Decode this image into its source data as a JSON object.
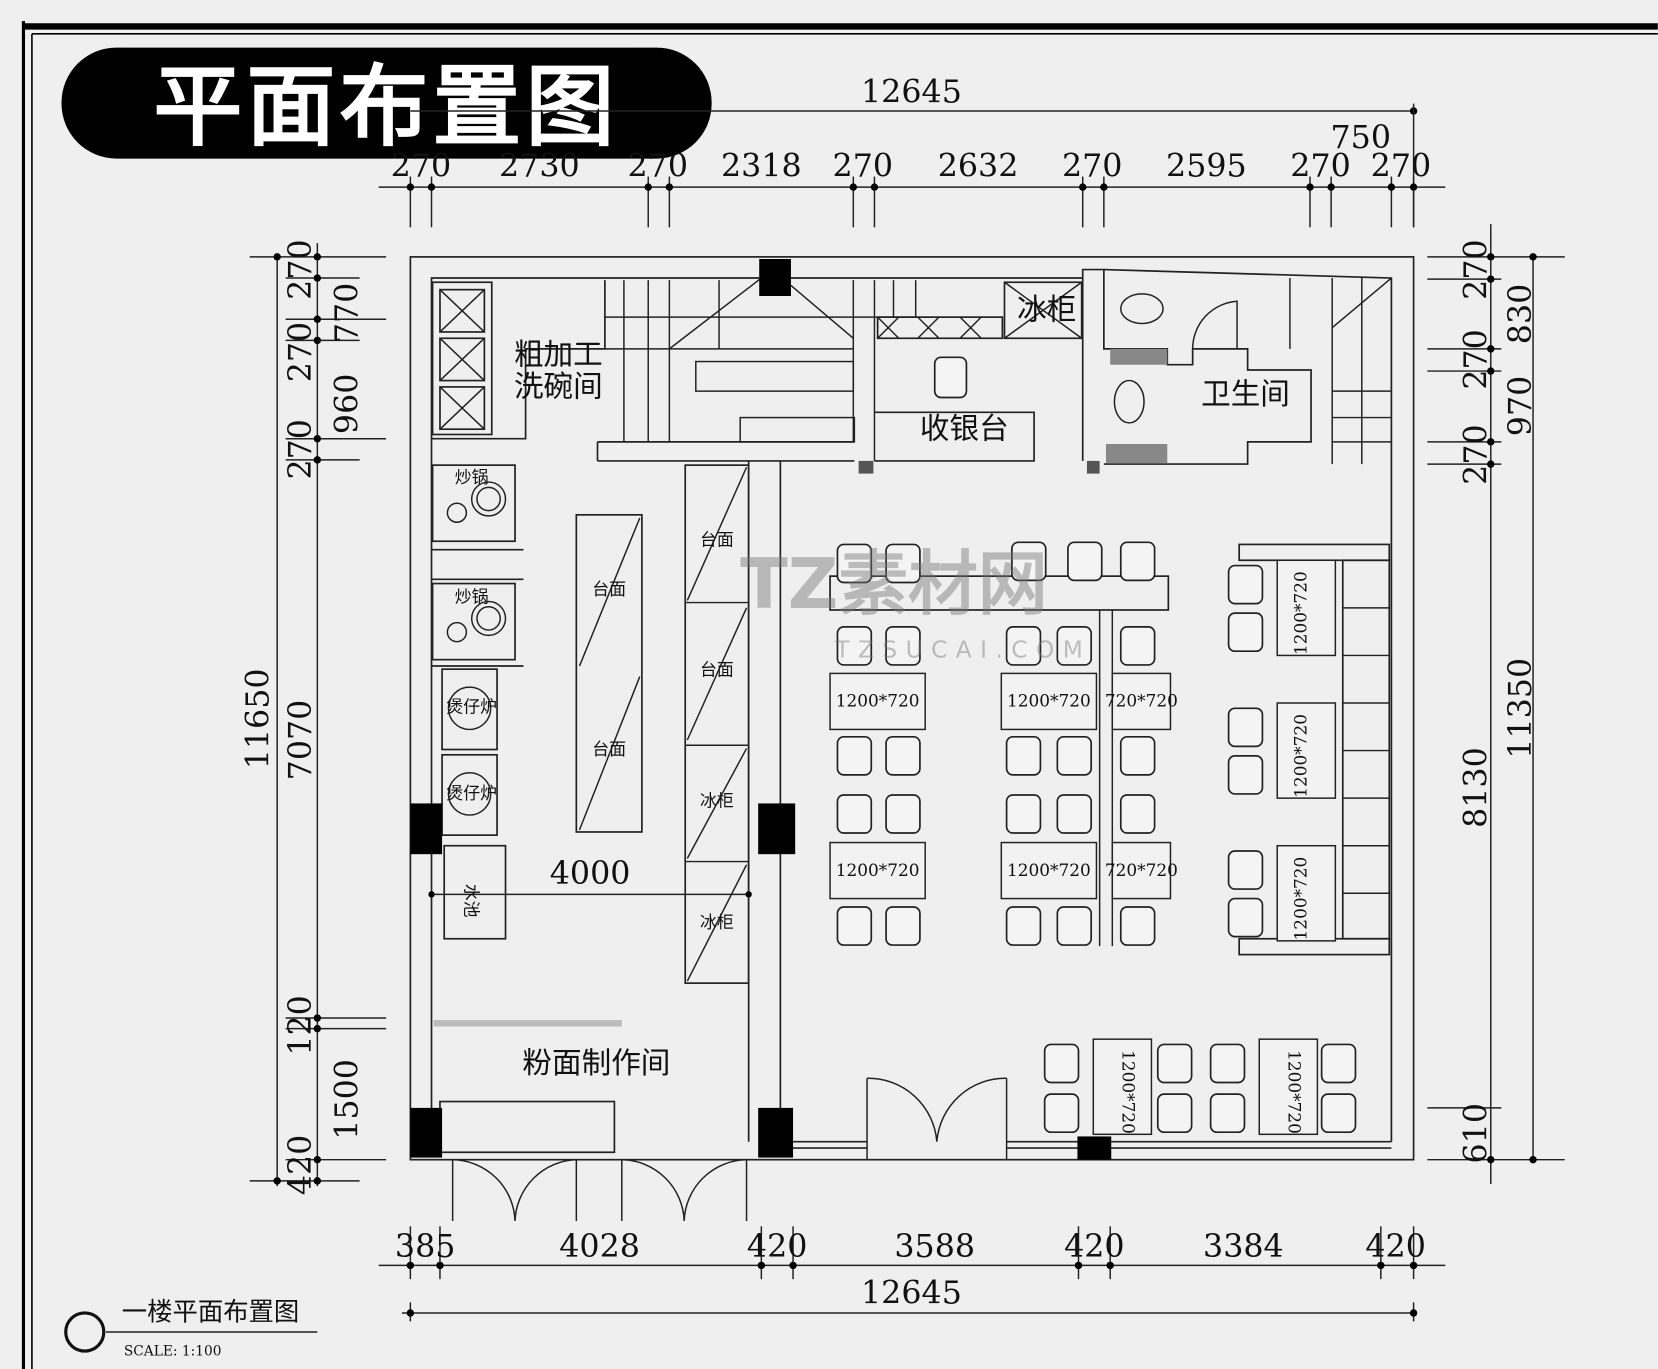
{
  "title": "平面布置图",
  "dims": {
    "top_total": "12645",
    "top_extra": "750",
    "top_segments": [
      "270",
      "2730",
      "270",
      "2318",
      "270",
      "2632",
      "270",
      "2595",
      "270",
      "270"
    ],
    "left": [
      "270",
      "770",
      "270",
      "960",
      "270",
      "11650",
      "7070",
      "120",
      "1500",
      "420"
    ],
    "right": [
      "270",
      "830",
      "270",
      "970",
      "270",
      "11350",
      "8130",
      "610"
    ],
    "bottom_segments": [
      "385",
      "4028",
      "420",
      "3588",
      "420",
      "3384",
      "420"
    ],
    "bottom_total": "12645",
    "inner": "4000"
  },
  "rooms": {
    "prep_line1": "粗加工",
    "prep_line2": "洗碗间",
    "freezer_top": "冰柜",
    "cashier": "收银台",
    "toilet": "卫生间",
    "noodle_room": "粉面制作间"
  },
  "fixtures": {
    "wok1": "炒锅",
    "wok2": "炒锅",
    "claypot1": "煲仔炉",
    "claypot2": "煲仔炉",
    "counter1": "台面",
    "counter2": "台面",
    "counter3": "台面",
    "counter4": "台面",
    "freezer1": "冰柜",
    "freezer2": "冰柜",
    "sink": "水池"
  },
  "tables": [
    "1200*720",
    "1200*720",
    "720*720",
    "1200*720",
    "1200*720",
    "720*720",
    "1200*720",
    "1200*720",
    "1200*720",
    "1200*720",
    "1200*720"
  ],
  "caption": {
    "title": "一楼平面布置图",
    "scale": "SCALE:  1:100"
  },
  "watermark": {
    "brand": "TZ素材网",
    "url": "TZSUCAI.COM"
  }
}
